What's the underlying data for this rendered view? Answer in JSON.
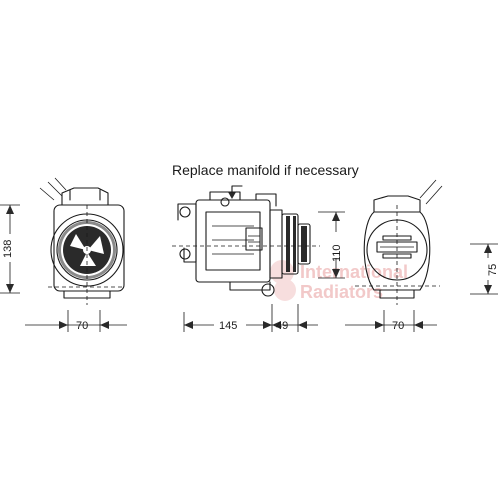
{
  "note": "Replace manifold if necessary",
  "views": {
    "front": {
      "height_label": "138",
      "width_label": "70"
    },
    "side": {
      "body_label": "145",
      "clutch_label": "49",
      "height_label": "110"
    },
    "rear": {
      "width_label": "70",
      "height_label": "75"
    }
  },
  "watermark": {
    "line1": "International",
    "line2": "Radiators",
    "color": "#f2c9c9"
  },
  "colors": {
    "line": "#1a1a1a",
    "background": "#ffffff"
  }
}
